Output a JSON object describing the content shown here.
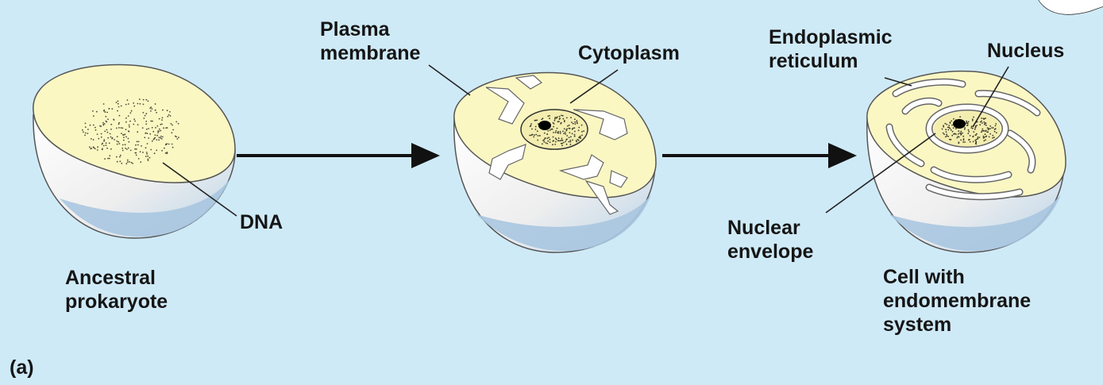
{
  "panel_label": "(a)",
  "labels": {
    "dna": "DNA",
    "ancestral_prokaryote": "Ancestral\nprokaryote",
    "plasma_membrane": "Plasma\nmembrane",
    "cytoplasm": "Cytoplasm",
    "endoplasmic_reticulum": "Endoplasmic\nreticulum",
    "nucleus": "Nucleus",
    "nuclear_envelope": "Nuclear\nenvelope",
    "cell_with_endomembrane_system": "Cell with\nendomembrane\nsystem"
  },
  "colors": {
    "background": "#cfeaf7",
    "cytoplasm": "#fbf7c3",
    "membrane_outline": "#3a3a3a",
    "cell_shell": "#f4f4f4",
    "shell_shadow": "#a8c6e0",
    "nucleus": "#000000"
  }
}
